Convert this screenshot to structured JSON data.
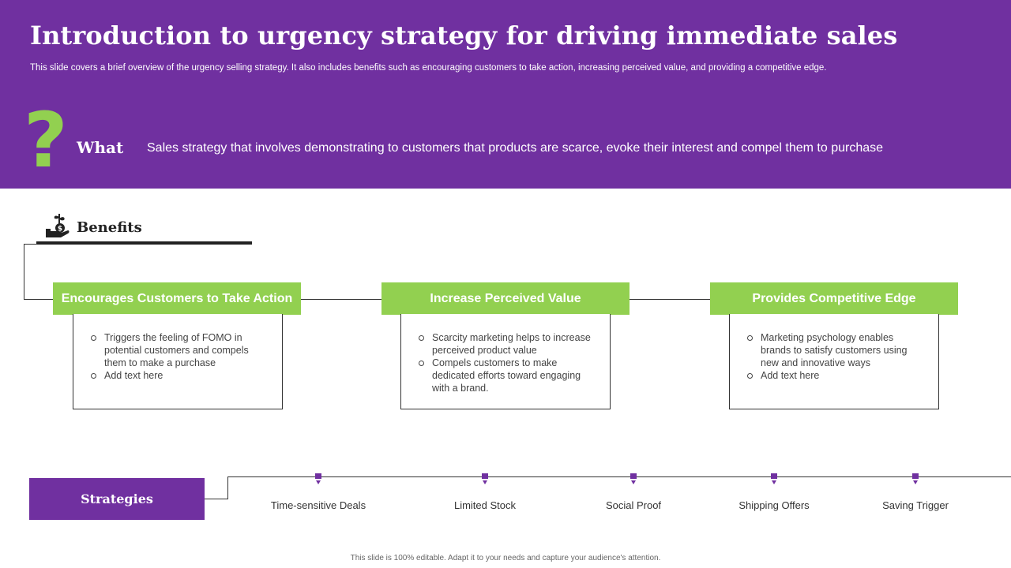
{
  "header": {
    "title": "Introduction to urgency strategy for driving immediate sales",
    "subtitle": "This slide covers a brief overview of the urgency selling strategy. It also includes benefits such as encouraging customers to take action, increasing perceived value, and providing a competitive edge."
  },
  "what": {
    "icon": "question-mark-icon",
    "label": "What",
    "text": "Sales strategy that involves demonstrating to customers that products are scarce, evoke their interest and compel them to purchase"
  },
  "benefits": {
    "icon": "money-plant-hand-icon",
    "label": "Benefits",
    "items": [
      {
        "title": "Encourages Customers to Take Action",
        "bullets": [
          "Triggers the feeling of FOMO in potential customers and compels them to make a purchase",
          "Add text here"
        ]
      },
      {
        "title": "Increase Perceived Value",
        "bullets": [
          "Scarcity marketing helps to increase perceived  product value",
          "Compels customers to make dedicated efforts toward engaging with a brand."
        ]
      },
      {
        "title": "Provides Competitive Edge",
        "bullets": [
          "Marketing psychology enables brands to satisfy customers using new and innovative  ways",
          "Add text here"
        ]
      }
    ]
  },
  "strategies": {
    "label": "Strategies",
    "items": [
      "Time-sensitive  Deals",
      "Limited Stock",
      "Social Proof",
      "Shipping Offers",
      "Saving Trigger"
    ]
  },
  "footer": "This slide is 100% editable. Adapt it to your needs and capture your audience's attention.",
  "colors": {
    "purple": "#7030a0",
    "green": "#92d050",
    "white": "#ffffff",
    "dark": "#222222"
  }
}
